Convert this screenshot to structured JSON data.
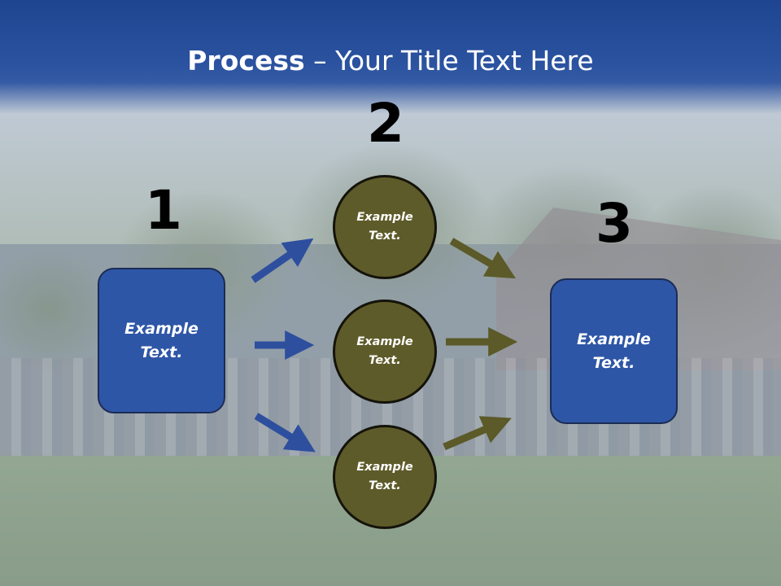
{
  "slide": {
    "title_bold": "Process",
    "title_rest": " – Your Title Text Here"
  },
  "steps": {
    "one": "1",
    "two": "2",
    "three": "3"
  },
  "left_box": {
    "text": "Example\nText."
  },
  "right_box": {
    "text": "Example\nText."
  },
  "circles": [
    {
      "text": "Example\nText."
    },
    {
      "text": "Example\nText."
    },
    {
      "text": "Example\nText."
    }
  ],
  "colors": {
    "title_band": "#2a529f",
    "box_fill": "#2e56a6",
    "circle_fill": "#5e5b2a",
    "blue_arrow": "#2e4f9e",
    "olive_arrow": "#5b5a28"
  }
}
